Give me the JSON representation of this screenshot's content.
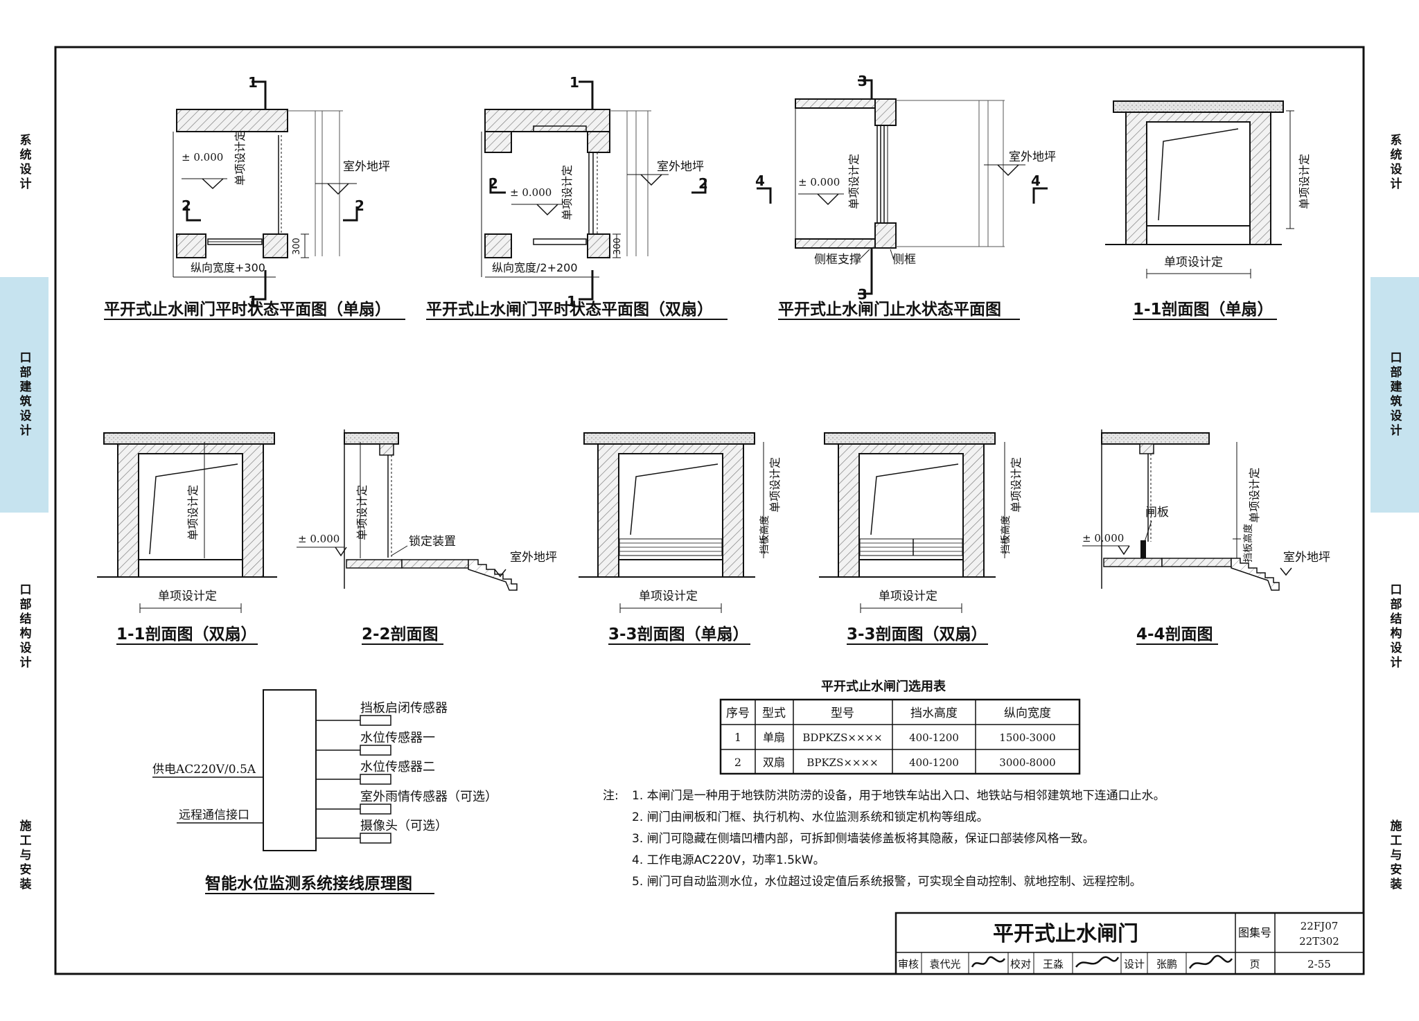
{
  "sidebar": {
    "items": [
      {
        "label": "系统设计",
        "active": false
      },
      {
        "label": "口部建筑设计",
        "active": true
      },
      {
        "label": "口部结构设计",
        "active": false
      },
      {
        "label": "施工与安装",
        "active": false
      }
    ]
  },
  "labels": {
    "n1": "1",
    "n2": "2",
    "n3": "3",
    "n4": "4",
    "elev": "± 0.000",
    "design": "单项设计定",
    "outdoor": "室外地坪",
    "width_single": "纵向宽度+300",
    "width_double": "纵向宽度/2+200",
    "dim300": "300",
    "frame_support": "侧框支撑",
    "frame": "侧框",
    "lock": "锁定装置",
    "gate": "闸板",
    "block_height": "挡板高度"
  },
  "views": {
    "plan_single": "平开式止水闸门平时状态平面图（单扇）",
    "plan_double": "平开式止水闸门平时状态平面图（双扇）",
    "plan_stop": "平开式止水闸门止水状态平面图",
    "s11_single": "1-1剖面图（单扇）",
    "s11_double": "1-1剖面图（双扇）",
    "s22": "2-2剖面图",
    "s33_single": "3-3剖面图（单扇）",
    "s33_double": "3-3剖面图（双扇）",
    "s44": "4-4剖面图",
    "wiring": "智能水位监测系统接线原理图"
  },
  "wiring": {
    "power": "供电AC220V/0.5A",
    "comm": "远程通信接口",
    "sensors": [
      "挡板启闭传感器",
      "水位传感器一",
      "水位传感器二",
      "室外雨情传感器（可选）",
      "摄像头（可选）"
    ]
  },
  "selection_table": {
    "title": "平开式止水闸门选用表",
    "headers": [
      "序号",
      "型式",
      "型号",
      "挡水高度",
      "纵向宽度"
    ],
    "rows": [
      [
        "1",
        "单扇",
        "BDPKZS××××",
        "400-1200",
        "1500-3000"
      ],
      [
        "2",
        "双扇",
        "BPKZS××××",
        "400-1200",
        "3000-8000"
      ]
    ]
  },
  "notes": {
    "prefix": "注:",
    "items": [
      "1. 本闸门是一种用于地铁防洪防涝的设备，用于地铁车站出入口、地铁站与相邻建筑地下连通口止水。",
      "2. 闸门由闸板和门框、执行机构、水位监测系统和锁定机构等组成。",
      "3. 闸门可隐藏在侧墙凹槽内部，可拆卸侧墙装修盖板将其隐蔽，保证口部装修风格一致。",
      "4. 工作电源AC220V，功率1.5kW。",
      "5. 闸门可自动监测水位，水位超过设定值后系统报警，可实现全自动控制、就地控制、远程控制。"
    ]
  },
  "title_block": {
    "title": "平开式止水闸门",
    "atlas_label": "图集号",
    "atlas_no_1": "22FJ07",
    "atlas_no_2": "22T302",
    "review_label": "审核",
    "reviewer": "袁代光",
    "check_label": "校对",
    "checker": "王淼",
    "design_label": "设计",
    "designer": "张鹏",
    "page_label": "页",
    "page": "2-55"
  },
  "colors": {
    "accent": "#c6e3ef",
    "line": "#111111",
    "hatch": "#777777"
  }
}
